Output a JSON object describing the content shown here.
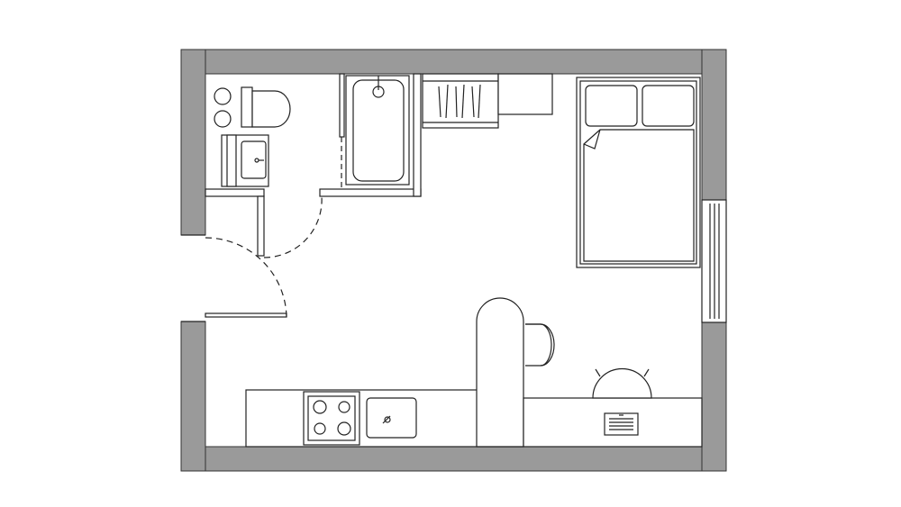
{
  "colors": {
    "background": "#ffffff",
    "wall_fill": "#9a9a9a",
    "line": "#222222"
  },
  "floor_plan": {
    "rooms": [
      "bathroom",
      "hallway",
      "wardrobe",
      "bedroom",
      "kitchen",
      "living-area"
    ],
    "fixtures": [
      {
        "name": "toilet-icon"
      },
      {
        "name": "shelf-icon"
      },
      {
        "name": "sink-icon"
      },
      {
        "name": "bathtub-icon"
      },
      {
        "name": "wardrobe-icon"
      },
      {
        "name": "bed-icon"
      },
      {
        "name": "pillow-icon"
      },
      {
        "name": "window-icon"
      },
      {
        "name": "entrance-door-icon"
      },
      {
        "name": "bathroom-door-icon"
      },
      {
        "name": "bar-counter-icon"
      },
      {
        "name": "chair-icon"
      },
      {
        "name": "kitchen-counter-icon"
      },
      {
        "name": "stove-icon"
      },
      {
        "name": "kitchen-sink-icon"
      },
      {
        "name": "desk-icon"
      },
      {
        "name": "laptop-icon"
      }
    ]
  }
}
